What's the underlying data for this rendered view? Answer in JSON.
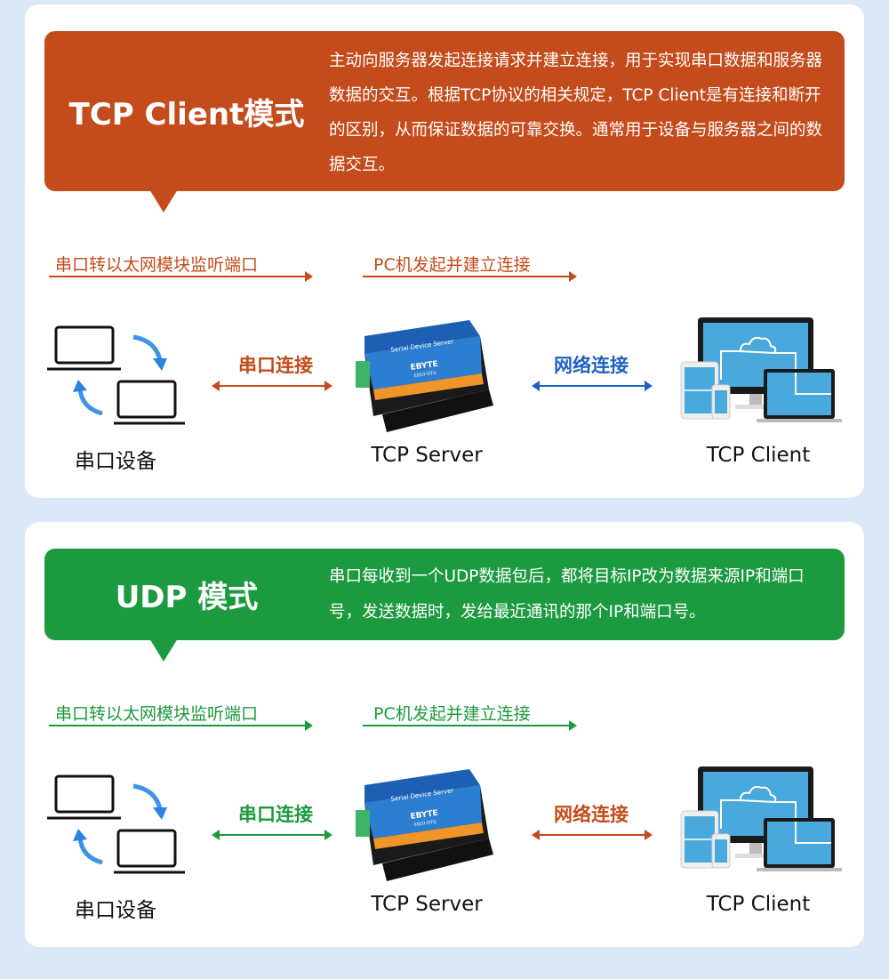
{
  "colors": {
    "orange": "#c44b1b",
    "green": "#1c9a3f",
    "blue": "#1f63c0",
    "background": "#dbe8f8"
  },
  "sections": [
    {
      "title": "TCP Client模式",
      "description": "主动向服务器发起连接请求并建立连接，用于实现串口数据和服务器数据的交互。根据TCP协议的相关规定，TCP Client是有连接和断开的区别，从而保证数据的可靠交换。通常用于设备与服务器之间的数据交互。",
      "flow_label_1": "串口转以太网模块监听端口",
      "flow_label_2": "PC机发起并建立连接",
      "serial_link": "串口连接",
      "network_link": "网络连接",
      "device_left": "串口设备",
      "device_center": "TCP Server",
      "device_right": "TCP Client"
    },
    {
      "title": "UDP 模式",
      "description": "串口每收到一个UDP数据包后，都将目标IP改为数据来源IP和端口号，发送数据时，发给最近通讯的那个IP和端口号。",
      "flow_label_1": "串口转以太网模块监听端口",
      "flow_label_2": "PC机发起并建立连接",
      "serial_link": "串口连接",
      "network_link": "网络连接",
      "device_left": "串口设备",
      "device_center": "TCP Server",
      "device_right": "TCP Client"
    }
  ],
  "device_logo": {
    "brand": "EBYTE",
    "model": "E810-DTU",
    "caption": "Serial Device Server"
  }
}
